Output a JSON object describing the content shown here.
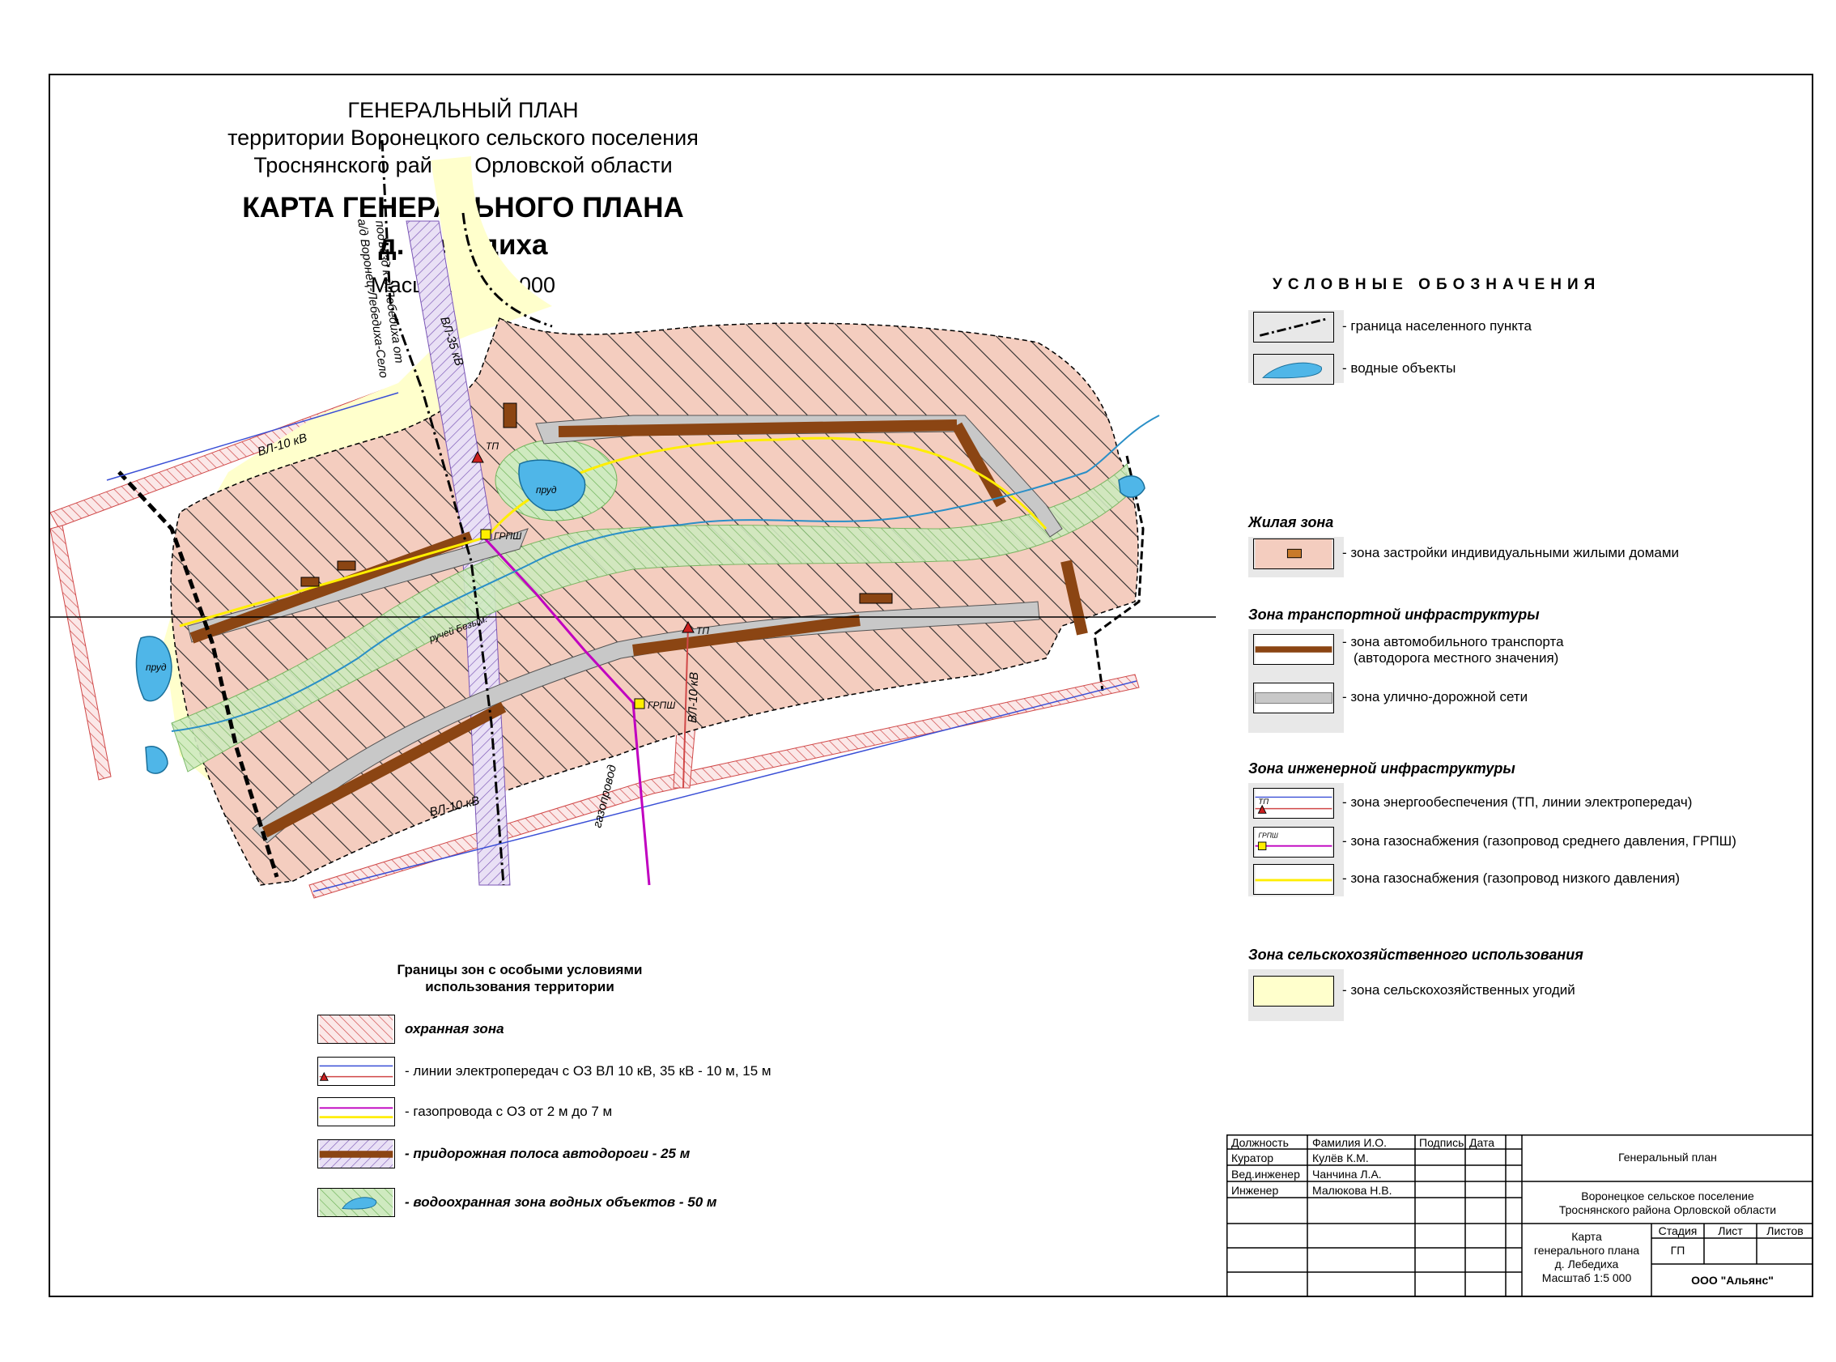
{
  "header": {
    "line1": "ГЕНЕРАЛЬНЫЙ  ПЛАН",
    "line2": "территории Воронецкого сельского поселения",
    "line3": "Троснянского  района Орловской области",
    "map_title": "КАРТА ГЕНЕРАЛЬНОГО ПЛАНА",
    "village": "д. Лебедиха",
    "scale": "Масштаб 1 : 5 000"
  },
  "map_labels": {
    "vl10_top": "ВЛ-10 кВ",
    "vl10_bottom": "ВЛ-10 кВ",
    "vl10_vertical": "ВЛ-10 кВ",
    "vl35": "ВЛ-35 кВ",
    "road1": "подъезд к д.Лебедиха от",
    "road2": "а/д Воронец-Лебедиха-Село",
    "pond_1": "пруд",
    "pond_2": "пруд",
    "tp_1": "ТП",
    "tp_2": "ТП",
    "grpsh_1": "ГРПШ",
    "grpsh_2": "ГРПШ",
    "gas": "газопровод",
    "stream": "ручей Безым."
  },
  "legend": {
    "title": "УСЛОВНЫЕ  ОБОЗНАЧЕНИЯ",
    "boundary": "- граница населенного пункта",
    "water": "- водные объекты",
    "zone_residential": "Жилая зона",
    "residential": "- зона застройки индивидуальными жилыми домами",
    "zone_transport": "Зона транспортной инфраструктуры",
    "auto_line1": "- зона автомобильного транспорта",
    "auto_line2": "(автодорога местного значения)",
    "street": "- зона улично-дорожной сети",
    "zone_engineering": "Зона инженерной инфраструктуры",
    "energy": "- зона энергообеспечения (ТП, линии электропередач)",
    "energy_tag": "ТП",
    "gas_medium": "- зона газоснабжения (газопровод среднего давления, ГРПШ)",
    "gas_medium_tag": "ГРПШ",
    "gas_low": "- зона газоснабжения (газопровод низкого давления)",
    "zone_agri": "Зона сельскохозяйственного использования",
    "agri": "- зона сельскохозяйственных угодий"
  },
  "special_zones": {
    "title1": "Границы зон с особыми условиями",
    "title2": "использования территории",
    "security": "охранная зона",
    "powerlines": "- линии электропередач с ОЗ  ВЛ 10 кВ, 35 кВ - 10 м, 15 м",
    "gas": "- газопровода с ОЗ  от 2 м до 7 м",
    "roadside": "- придорожная полоса автодороги  - 25 м",
    "water_protect": "- водоохранная зона водных объектов - 50 м"
  },
  "title_block": {
    "h_position": "Должность",
    "h_name": "Фамилия И.О.",
    "h_sign": "Подпись",
    "h_date": "Дата",
    "r1_pos": "Куратор",
    "r1_name": "Кулёв К.М.",
    "r2_pos": "Вед.инженер",
    "r2_name": "Чанчина Л.А.",
    "r3_pos": "Инженер",
    "r3_name": "Малюкова Н.В.",
    "doc": "Генеральный план",
    "org1": "Воронецкое сельское поселение",
    "org2": "Троснянского района  Орловской области",
    "sheet1": "Карта",
    "sheet2": "генерального плана",
    "sheet3": "д. Лебедиха",
    "sheet4": "Масштаб 1:5 000",
    "h_stage": "Стадия",
    "h_list": "Лист",
    "h_lists": "Листов",
    "stage": "ГП",
    "company": "ООО \"Альянс\""
  },
  "colors": {
    "residential": "#f4cdbf",
    "hatch": "#2b2b2b",
    "water": "#4fb6e8",
    "agri": "#ffffcc",
    "road": "#8b4513",
    "street": "#c8c8c8",
    "water_protect": "#b8e3a5",
    "gas_low": "#ffee00",
    "gas_medium": "#c000c0",
    "security": "#d04848"
  }
}
